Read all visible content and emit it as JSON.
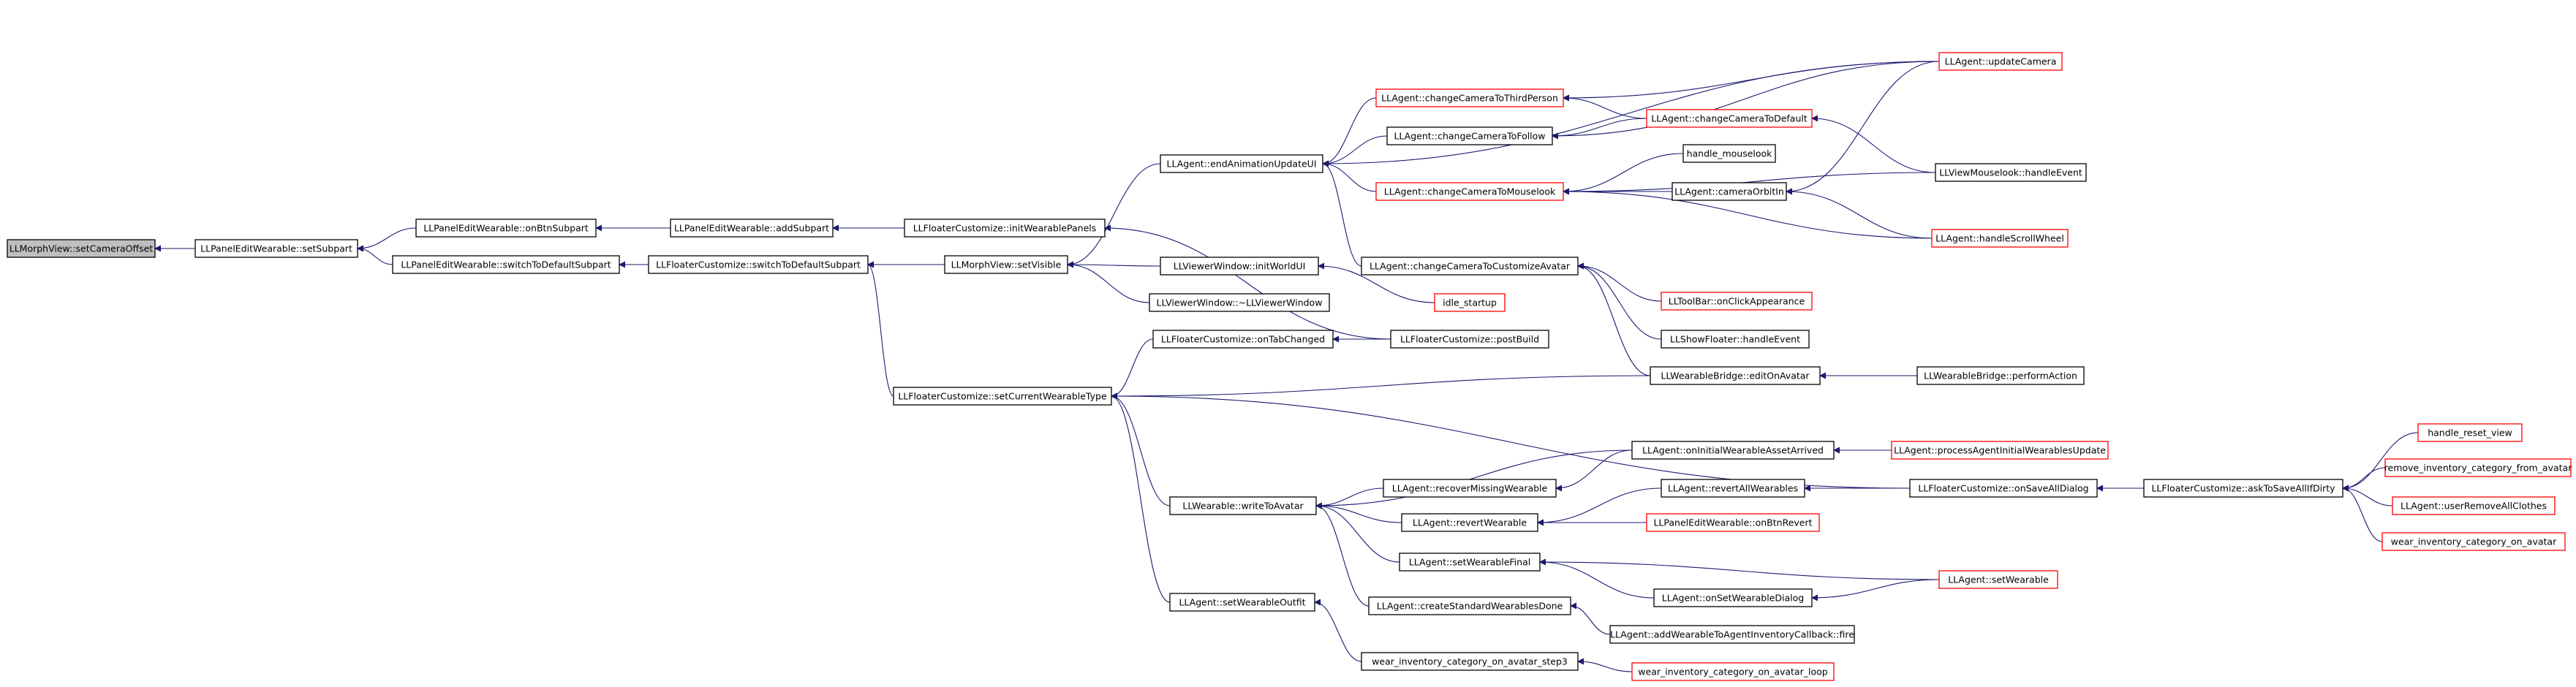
{
  "nodes": [
    {
      "id": "root",
      "label": "LLMorphView::setCameraOffset",
      "border": "root"
    },
    {
      "id": "pew_setSubpart",
      "label": "LLPanelEditWearable::setSubpart",
      "border": "black"
    },
    {
      "id": "pew_onBtnSubpart",
      "label": "LLPanelEditWearable::onBtnSubpart",
      "border": "black"
    },
    {
      "id": "pew_switchDefault",
      "label": "LLPanelEditWearable::switchToDefaultSubpart",
      "border": "black"
    },
    {
      "id": "pew_addSubpart",
      "label": "LLPanelEditWearable::addSubpart",
      "border": "black"
    },
    {
      "id": "fc_switchDefault",
      "label": "LLFloaterCustomize::switchToDefaultSubpart",
      "border": "black"
    },
    {
      "id": "fc_initWearablePanels",
      "label": "LLFloaterCustomize::initWearablePanels",
      "border": "black"
    },
    {
      "id": "mv_setVisible",
      "label": "LLMorphView::setVisible",
      "border": "black"
    },
    {
      "id": "fc_setCurrentWearableType",
      "label": "LLFloaterCustomize::setCurrentWearableType",
      "border": "black"
    },
    {
      "id": "ag_endAnimationUpdateUI",
      "label": "LLAgent::endAnimationUpdateUI",
      "border": "black"
    },
    {
      "id": "vw_initWorldUI",
      "label": "LLViewerWindow::initWorldUI",
      "border": "black"
    },
    {
      "id": "vw_dtor",
      "label": "LLViewerWindow::~LLViewerWindow",
      "border": "black"
    },
    {
      "id": "fc_onTabChanged",
      "label": "LLFloaterCustomize::onTabChanged",
      "border": "black"
    },
    {
      "id": "wear_writeToAvatar",
      "label": "LLWearable::writeToAvatar",
      "border": "black"
    },
    {
      "id": "ag_setWearableOutfit",
      "label": "LLAgent::setWearableOutfit",
      "border": "black"
    },
    {
      "id": "ag_changeCameraToThirdPerson",
      "label": "LLAgent::changeCameraToThirdPerson",
      "border": "red"
    },
    {
      "id": "ag_changeCameraToFollow",
      "label": "LLAgent::changeCameraToFollow",
      "border": "black"
    },
    {
      "id": "ag_changeCameraToMouselook",
      "label": "LLAgent::changeCameraToMouselook",
      "border": "red"
    },
    {
      "id": "ag_changeCameraToCustomizeAvatar",
      "label": "LLAgent::changeCameraToCustomizeAvatar",
      "border": "black"
    },
    {
      "id": "idle_startup",
      "label": "idle_startup",
      "border": "red"
    },
    {
      "id": "fc_postBuild",
      "label": "LLFloaterCustomize::postBuild",
      "border": "black"
    },
    {
      "id": "ag_recoverMissingWearable",
      "label": "LLAgent::recoverMissingWearable",
      "border": "black"
    },
    {
      "id": "ag_revertWearable",
      "label": "LLAgent::revertWearable",
      "border": "black"
    },
    {
      "id": "ag_setWearableFinal",
      "label": "LLAgent::setWearableFinal",
      "border": "black"
    },
    {
      "id": "ag_createStandardWearablesDone",
      "label": "LLAgent::createStandardWearablesDone",
      "border": "black"
    },
    {
      "id": "wear_inv_step3",
      "label": "wear_inventory_category_on_avatar_step3",
      "border": "black"
    },
    {
      "id": "ag_updateCamera",
      "label": "LLAgent::updateCamera",
      "border": "red"
    },
    {
      "id": "ag_changeCameraToDefault",
      "label": "LLAgent::changeCameraToDefault",
      "border": "red"
    },
    {
      "id": "handle_mouselook",
      "label": "handle_mouselook",
      "border": "black"
    },
    {
      "id": "ag_cameraOrbitIn",
      "label": "LLAgent::cameraOrbitIn",
      "border": "black"
    },
    {
      "id": "tb_onClickAppearance",
      "label": "LLToolBar::onClickAppearance",
      "border": "red"
    },
    {
      "id": "sf_handleEvent",
      "label": "LLShowFloater::handleEvent",
      "border": "black"
    },
    {
      "id": "wb_editOnAvatar",
      "label": "LLWearableBridge::editOnAvatar",
      "border": "black"
    },
    {
      "id": "ag_onInitialWearableAssetArrived",
      "label": "LLAgent::onInitialWearableAssetArrived",
      "border": "black"
    },
    {
      "id": "ag_revertAllWearables",
      "label": "LLAgent::revertAllWearables",
      "border": "black"
    },
    {
      "id": "pew_onBtnRevert",
      "label": "LLPanelEditWearable::onBtnRevert",
      "border": "red"
    },
    {
      "id": "ag_onSetWearableDialog",
      "label": "LLAgent::onSetWearableDialog",
      "border": "black"
    },
    {
      "id": "addWearableCallback_fire",
      "label": "LLAgent::addWearableToAgentInventoryCallback::fire",
      "border": "black"
    },
    {
      "id": "wear_inv_loop",
      "label": "wear_inventory_category_on_avatar_loop",
      "border": "red"
    },
    {
      "id": "vml_handleEvent",
      "label": "LLViewMouselook::handleEvent",
      "border": "black"
    },
    {
      "id": "ag_handleScrollWheel",
      "label": "LLAgent::handleScrollWheel",
      "border": "red"
    },
    {
      "id": "wb_performAction",
      "label": "LLWearableBridge::performAction",
      "border": "black"
    },
    {
      "id": "ag_processAgentInitialWearablesUpdate",
      "label": "LLAgent::processAgentInitialWearablesUpdate",
      "border": "red"
    },
    {
      "id": "fc_onSaveAllDialog",
      "label": "LLFloaterCustomize::onSaveAllDialog",
      "border": "black"
    },
    {
      "id": "ag_setWearable",
      "label": "LLAgent::setWearable",
      "border": "red"
    },
    {
      "id": "fc_askToSaveAllIfDirty",
      "label": "LLFloaterCustomize::askToSaveAllIfDirty",
      "border": "black"
    },
    {
      "id": "handle_reset_view",
      "label": "handle_reset_view",
      "border": "red"
    },
    {
      "id": "remove_inventory_category_from_avatar",
      "label": "remove_inventory_category_from_avatar",
      "border": "red"
    },
    {
      "id": "ag_userRemoveAllClothes",
      "label": "LLAgent::userRemoveAllClothes",
      "border": "red"
    },
    {
      "id": "wear_inventory_category_on_avatar",
      "label": "wear_inventory_category_on_avatar",
      "border": "red"
    }
  ],
  "edges": [
    {
      "from": "pew_setSubpart",
      "to": "root"
    },
    {
      "from": "pew_onBtnSubpart",
      "to": "pew_setSubpart"
    },
    {
      "from": "pew_switchDefault",
      "to": "pew_setSubpart"
    },
    {
      "from": "pew_addSubpart",
      "to": "pew_onBtnSubpart"
    },
    {
      "from": "fc_switchDefault",
      "to": "pew_switchDefault"
    },
    {
      "from": "fc_initWearablePanels",
      "to": "pew_addSubpart"
    },
    {
      "from": "mv_setVisible",
      "to": "fc_switchDefault"
    },
    {
      "from": "fc_setCurrentWearableType",
      "to": "fc_switchDefault"
    },
    {
      "from": "ag_endAnimationUpdateUI",
      "to": "mv_setVisible"
    },
    {
      "from": "vw_initWorldUI",
      "to": "mv_setVisible"
    },
    {
      "from": "vw_dtor",
      "to": "mv_setVisible"
    },
    {
      "from": "fc_postBuild",
      "to": "fc_initWearablePanels"
    },
    {
      "from": "fc_onTabChanged",
      "to": "fc_setCurrentWearableType"
    },
    {
      "from": "wear_writeToAvatar",
      "to": "fc_setCurrentWearableType"
    },
    {
      "from": "ag_setWearableOutfit",
      "to": "fc_setCurrentWearableType"
    },
    {
      "from": "wb_editOnAvatar",
      "to": "fc_setCurrentWearableType"
    },
    {
      "from": "fc_onSaveAllDialog",
      "to": "fc_setCurrentWearableType"
    },
    {
      "from": "ag_changeCameraToThirdPerson",
      "to": "ag_endAnimationUpdateUI"
    },
    {
      "from": "ag_changeCameraToFollow",
      "to": "ag_endAnimationUpdateUI"
    },
    {
      "from": "ag_changeCameraToMouselook",
      "to": "ag_endAnimationUpdateUI"
    },
    {
      "from": "ag_changeCameraToCustomizeAvatar",
      "to": "ag_endAnimationUpdateUI"
    },
    {
      "from": "ag_updateCamera",
      "to": "ag_endAnimationUpdateUI"
    },
    {
      "from": "idle_startup",
      "to": "vw_initWorldUI"
    },
    {
      "from": "fc_postBuild",
      "to": "fc_onTabChanged"
    },
    {
      "from": "ag_recoverMissingWearable",
      "to": "wear_writeToAvatar"
    },
    {
      "from": "ag_revertWearable",
      "to": "wear_writeToAvatar"
    },
    {
      "from": "ag_setWearableFinal",
      "to": "wear_writeToAvatar"
    },
    {
      "from": "ag_createStandardWearablesDone",
      "to": "wear_writeToAvatar"
    },
    {
      "from": "ag_onInitialWearableAssetArrived",
      "to": "wear_writeToAvatar"
    },
    {
      "from": "wear_inv_step3",
      "to": "ag_setWearableOutfit"
    },
    {
      "from": "ag_updateCamera",
      "to": "ag_changeCameraToThirdPerson"
    },
    {
      "from": "ag_changeCameraToDefault",
      "to": "ag_changeCameraToThirdPerson"
    },
    {
      "from": "ag_updateCamera",
      "to": "ag_changeCameraToFollow"
    },
    {
      "from": "ag_changeCameraToDefault",
      "to": "ag_changeCameraToFollow"
    },
    {
      "from": "handle_mouselook",
      "to": "ag_changeCameraToMouselook"
    },
    {
      "from": "ag_cameraOrbitIn",
      "to": "ag_changeCameraToMouselook"
    },
    {
      "from": "vml_handleEvent",
      "to": "ag_changeCameraToMouselook"
    },
    {
      "from": "ag_handleScrollWheel",
      "to": "ag_changeCameraToMouselook"
    },
    {
      "from": "tb_onClickAppearance",
      "to": "ag_changeCameraToCustomizeAvatar"
    },
    {
      "from": "sf_handleEvent",
      "to": "ag_changeCameraToCustomizeAvatar"
    },
    {
      "from": "wb_editOnAvatar",
      "to": "ag_changeCameraToCustomizeAvatar"
    },
    {
      "from": "vml_handleEvent",
      "to": "ag_changeCameraToDefault"
    },
    {
      "from": "ag_updateCamera",
      "to": "ag_cameraOrbitIn"
    },
    {
      "from": "ag_handleScrollWheel",
      "to": "ag_cameraOrbitIn"
    },
    {
      "from": "ag_processAgentInitialWearablesUpdate",
      "to": "ag_onInitialWearableAssetArrived"
    },
    {
      "from": "ag_onInitialWearableAssetArrived",
      "to": "ag_recoverMissingWearable"
    },
    {
      "from": "ag_revertAllWearables",
      "to": "ag_revertWearable"
    },
    {
      "from": "pew_onBtnRevert",
      "to": "ag_revertWearable"
    },
    {
      "from": "ag_setWearable",
      "to": "ag_setWearableFinal"
    },
    {
      "from": "ag_onSetWearableDialog",
      "to": "ag_setWearableFinal"
    },
    {
      "from": "addWearableCallback_fire",
      "to": "ag_createStandardWearablesDone"
    },
    {
      "from": "wear_inv_loop",
      "to": "wear_inv_step3"
    },
    {
      "from": "fc_onSaveAllDialog",
      "to": "ag_revertAllWearables"
    },
    {
      "from": "ag_setWearable",
      "to": "ag_onSetWearableDialog"
    },
    {
      "from": "wb_performAction",
      "to": "wb_editOnAvatar"
    },
    {
      "from": "fc_askToSaveAllIfDirty",
      "to": "fc_onSaveAllDialog"
    },
    {
      "from": "handle_reset_view",
      "to": "fc_askToSaveAllIfDirty"
    },
    {
      "from": "remove_inventory_category_from_avatar",
      "to": "fc_askToSaveAllIfDirty"
    },
    {
      "from": "ag_userRemoveAllClothes",
      "to": "fc_askToSaveAllIfDirty"
    },
    {
      "from": "wear_inventory_category_on_avatar",
      "to": "fc_askToSaveAllIfDirty"
    }
  ],
  "colors": {
    "edge": "#191970",
    "node_border": "#000000",
    "node_border_red": "#ff0000",
    "root_fill": "#bfbfbf"
  }
}
